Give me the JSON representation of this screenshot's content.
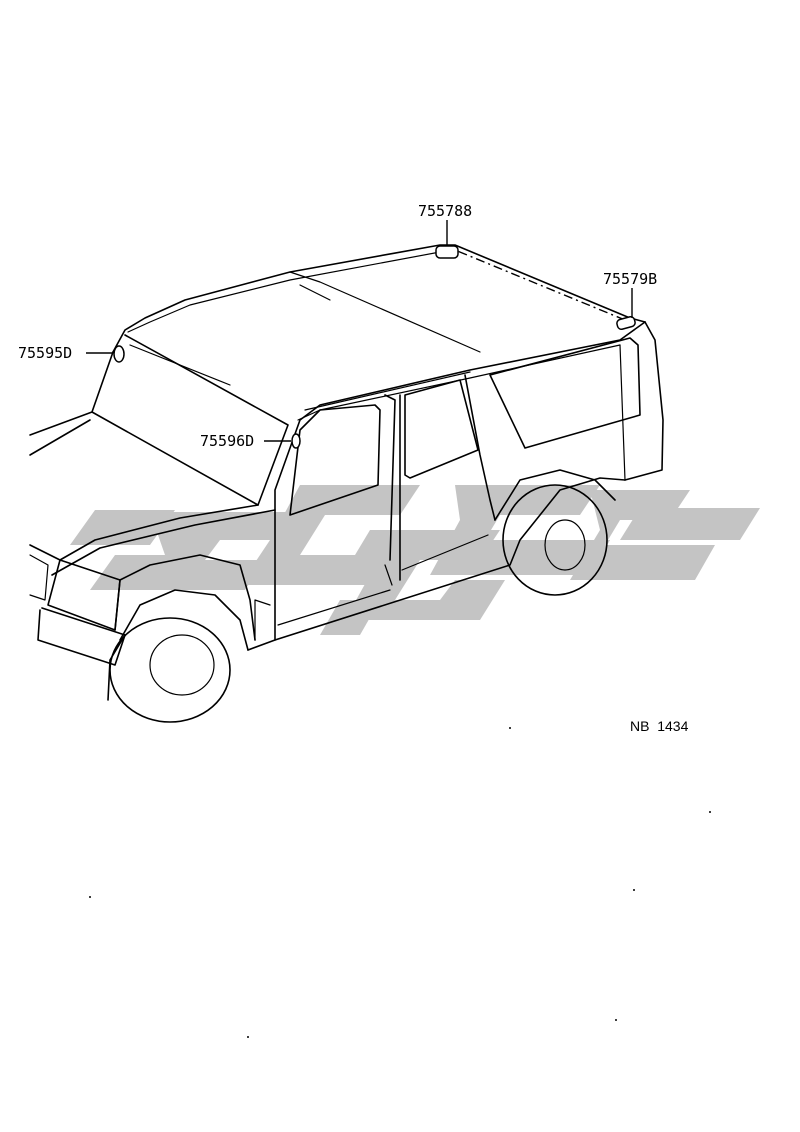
{
  "callouts": [
    {
      "id": "top",
      "text": "755788"
    },
    {
      "id": "rear",
      "text": "75579B"
    },
    {
      "id": "front",
      "text": "75595D"
    },
    {
      "id": "pillar",
      "text": "75596D"
    }
  ],
  "drawing_code": "NB  1434",
  "colors": {
    "line": "#000000",
    "watermark": "#c4c4c4",
    "background": "#ffffff"
  }
}
